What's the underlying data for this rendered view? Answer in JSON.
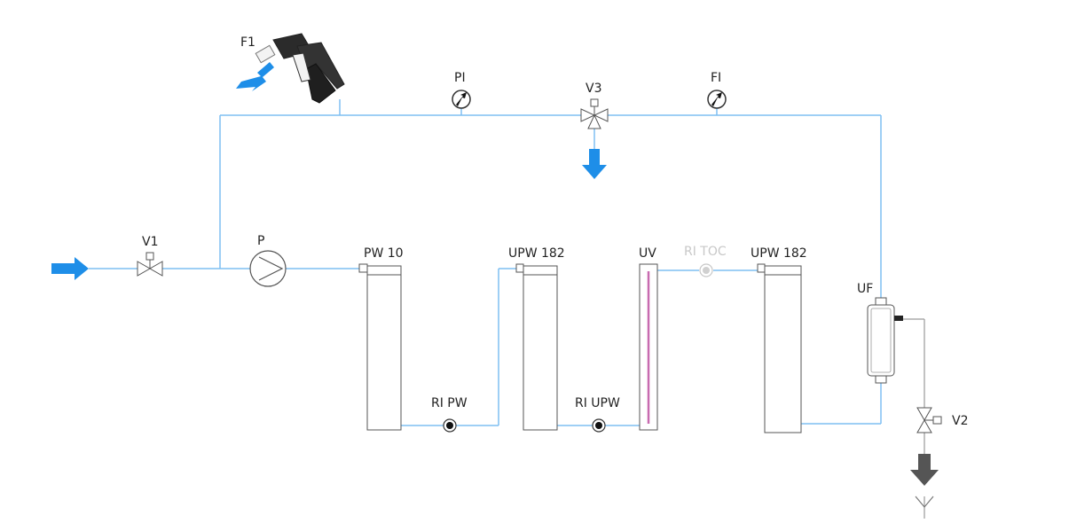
{
  "labels": {
    "f1": "F1",
    "pi": "PI",
    "v3": "V3",
    "fi": "FI",
    "v1": "V1",
    "p": "P",
    "pw10": "PW 10",
    "upw182_a": "UPW 182",
    "uv": "UV",
    "ri_toc": "RI TOC",
    "upw182_b": "UPW 182",
    "uf": "UF",
    "ri_pw": "RI PW",
    "ri_upw": "RI UPW",
    "v2": "V2"
  },
  "colors": {
    "pipe": "#7fbff2",
    "flow_arrow": "#1e8ee8",
    "drain_arrow": "#555555",
    "uv_lamp": "#c86bb0"
  },
  "icons": [
    "spray-gun-icon",
    "gauge-icon",
    "valve-icon",
    "pump-icon",
    "sensor-icon",
    "flow-arrow-icon",
    "drain-icon"
  ]
}
